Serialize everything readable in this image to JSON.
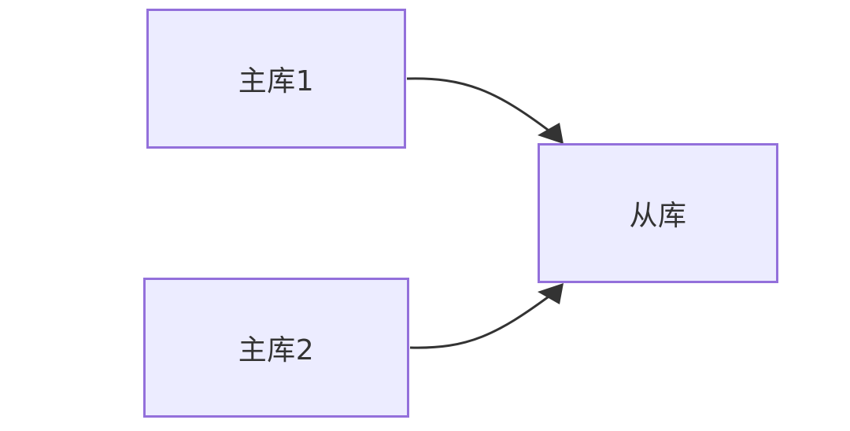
{
  "diagram": {
    "nodes": {
      "master1": {
        "label": "主库1"
      },
      "master2": {
        "label": "主库2"
      },
      "slave": {
        "label": "从库"
      }
    },
    "edges": [
      {
        "from": "master1",
        "to": "slave"
      },
      {
        "from": "master2",
        "to": "slave"
      }
    ],
    "colors": {
      "node_fill": "#ececff",
      "node_border": "#9370db",
      "edge": "#333333",
      "text": "#333333"
    }
  }
}
